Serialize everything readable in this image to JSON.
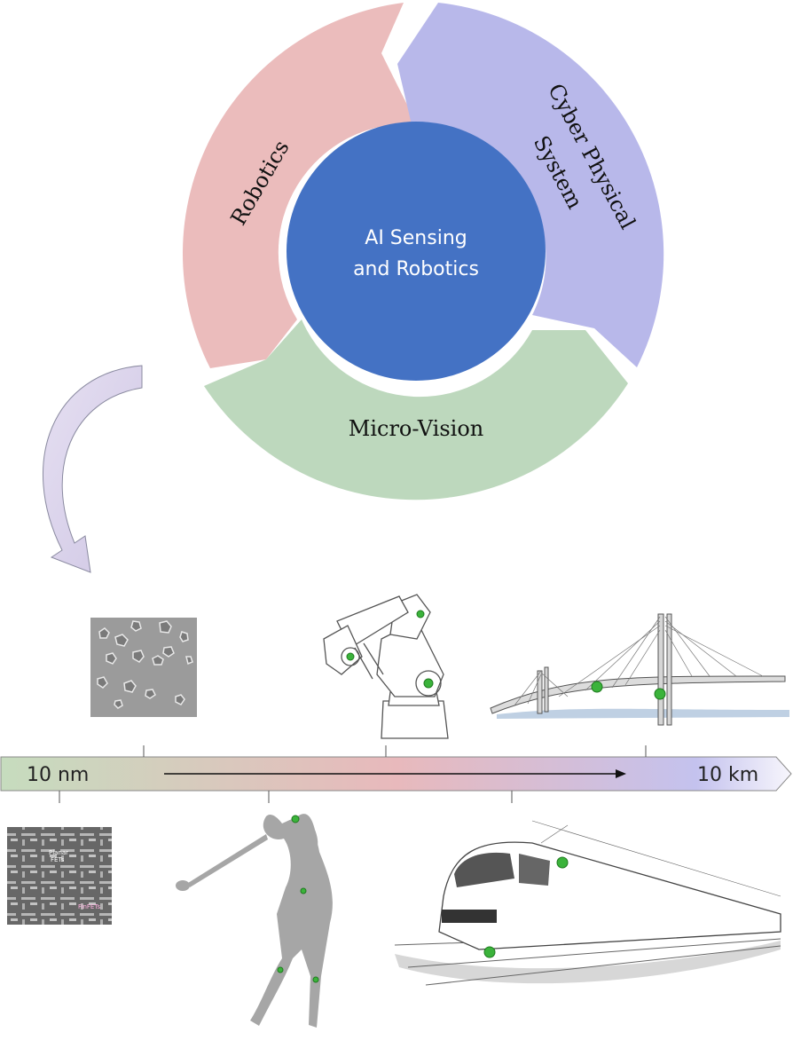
{
  "cycle": {
    "center_label_line1": "AI Sensing",
    "center_label_line2": "and Robotics",
    "segments": [
      {
        "label": "Robotics",
        "color": "#ebbcbc"
      },
      {
        "label_line1": "Cyber Physical",
        "label_line2": "System",
        "color": "#b8b8ea"
      },
      {
        "label": "Micro-Vision",
        "color": "#bdd8bd"
      }
    ],
    "center_color": "#4472c4",
    "arrow_color": "#d9d0e8"
  },
  "scale": {
    "left_label": "10 nm",
    "right_label": "10 km",
    "gradient_colors": [
      "#c7dcc0",
      "#e9b9bc",
      "#c4c2ed",
      "#f6f6fb"
    ]
  },
  "sensor_color": "#3bb33b",
  "figures": {
    "cells_label": "",
    "chip_label_planar_line1": "Planar",
    "chip_label_planar_line2": "FETs",
    "chip_label_finfet": "FinFETs"
  }
}
